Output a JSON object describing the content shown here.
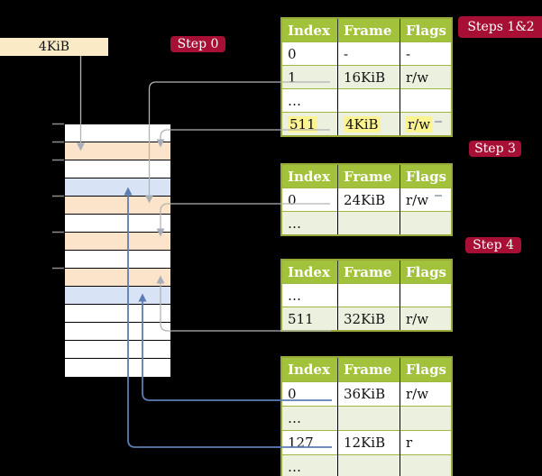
{
  "colors": {
    "background": "#000000",
    "accent_red": "#A70F34",
    "table_header_green": "#A3C23C",
    "table_border_olive": "#98A93A",
    "row_shade_green": "#EBF1DE",
    "highlight_yellow": "#FCF493",
    "pagetable_frame_peach": "#FBE4C9",
    "mapped_frame_blue": "#D8E3F5",
    "memory_box_cream": "#FAEBC6",
    "arrow_gray": "#B3B3B3",
    "arrow_blue": "#5D7CB4"
  },
  "memory_box": {
    "label": "4KiB"
  },
  "step_labels": {
    "step0": "Step 0",
    "steps12": "Steps 1&2",
    "step3": "Step 3",
    "step4": "Step 4"
  },
  "memory_stack": {
    "rows": [
      {
        "type": "plain"
      },
      {
        "type": "pagetable"
      },
      {
        "type": "plain"
      },
      {
        "type": "mapped"
      },
      {
        "type": "pagetable"
      },
      {
        "type": "plain"
      },
      {
        "type": "pagetable"
      },
      {
        "type": "plain"
      },
      {
        "type": "pagetable"
      },
      {
        "type": "mapped"
      },
      {
        "type": "plain"
      },
      {
        "type": "plain"
      },
      {
        "type": "plain"
      },
      {
        "type": "plain"
      }
    ]
  },
  "tables": [
    {
      "columns": [
        "Index",
        "Frame",
        "Flags"
      ],
      "rows": [
        {
          "cells": [
            "0",
            "-",
            "-"
          ],
          "shaded": false,
          "highlight": false
        },
        {
          "cells": [
            "1",
            "16KiB",
            "r/w"
          ],
          "shaded": true,
          "highlight": false
        },
        {
          "cells": [
            "…",
            "",
            ""
          ],
          "shaded": false,
          "highlight": false
        },
        {
          "cells": [
            "511",
            "4KiB",
            "r/w"
          ],
          "shaded": true,
          "highlight": true
        }
      ]
    },
    {
      "columns": [
        "Index",
        "Frame",
        "Flags"
      ],
      "rows": [
        {
          "cells": [
            "0",
            "24KiB",
            "r/w"
          ],
          "shaded": false,
          "highlight": false
        },
        {
          "cells": [
            "…",
            "",
            ""
          ],
          "shaded": true,
          "highlight": false
        }
      ]
    },
    {
      "columns": [
        "Index",
        "Frame",
        "Flags"
      ],
      "rows": [
        {
          "cells": [
            "…",
            "",
            ""
          ],
          "shaded": false,
          "highlight": false
        },
        {
          "cells": [
            "511",
            "32KiB",
            "r/w"
          ],
          "shaded": true,
          "highlight": false
        }
      ]
    },
    {
      "columns": [
        "Index",
        "Frame",
        "Flags"
      ],
      "rows": [
        {
          "cells": [
            "0",
            "36KiB",
            "r/w"
          ],
          "shaded": false,
          "highlight": false
        },
        {
          "cells": [
            "…",
            "",
            ""
          ],
          "shaded": true,
          "highlight": false
        },
        {
          "cells": [
            "127",
            "12KiB",
            "r"
          ],
          "shaded": false,
          "highlight": false
        },
        {
          "cells": [
            "…",
            "",
            ""
          ],
          "shaded": true,
          "highlight": false
        }
      ]
    }
  ]
}
